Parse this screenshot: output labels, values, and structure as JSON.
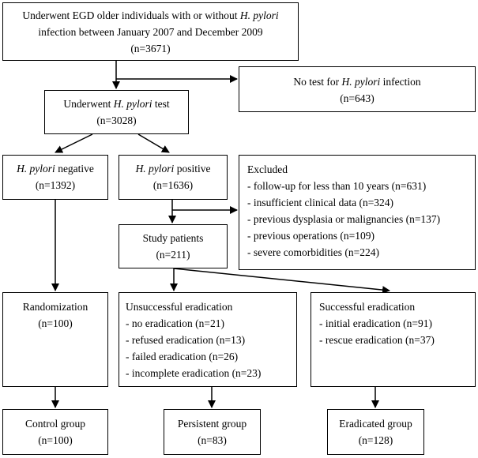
{
  "start": {
    "line1_pre": "Underwent EGD older individuals with or without ",
    "line1_italic": "H. pylori",
    "line2": "infection between January 2007 and December 2009",
    "count": "(n=3671)"
  },
  "no_test": {
    "pre": "No test for ",
    "italic": "H. pylori",
    "post": " infection",
    "count": "(n=643)"
  },
  "tested": {
    "pre": "Underwent ",
    "italic": "H. pylori",
    "post": " test",
    "count": "(n=3028)"
  },
  "negative": {
    "italic": "H. pylori",
    "post": " negative",
    "count": "(n=1392)"
  },
  "positive": {
    "italic": "H. pylori",
    "post": " positive",
    "count": "(n=1636)"
  },
  "excluded": {
    "title": "Excluded",
    "items": [
      "- follow-up for less than 10 years (n=631)",
      "- insufficient clinical data (n=324)",
      "- previous dysplasia or malignancies (n=137)",
      "- previous operations (n=109)",
      "- severe comorbidities (n=224)"
    ]
  },
  "study": {
    "title": "Study patients",
    "count": "(n=211)"
  },
  "randomization": {
    "title": "Randomization",
    "count": "(n=100)"
  },
  "unsuccessful": {
    "title": "Unsuccessful eradication",
    "items": [
      "- no eradication (n=21)",
      "- refused eradication (n=13)",
      "- failed eradication (n=26)",
      "- incomplete eradication (n=23)"
    ]
  },
  "successful": {
    "title": "Successful eradication",
    "items": [
      "- initial eradication (n=91)",
      "- rescue eradication (n=37)"
    ]
  },
  "control": {
    "title": "Control group",
    "count": "(n=100)"
  },
  "persistent": {
    "title": "Persistent group",
    "count": "(n=83)"
  },
  "eradicated": {
    "title": "Eradicated group",
    "count": "(n=128)"
  }
}
